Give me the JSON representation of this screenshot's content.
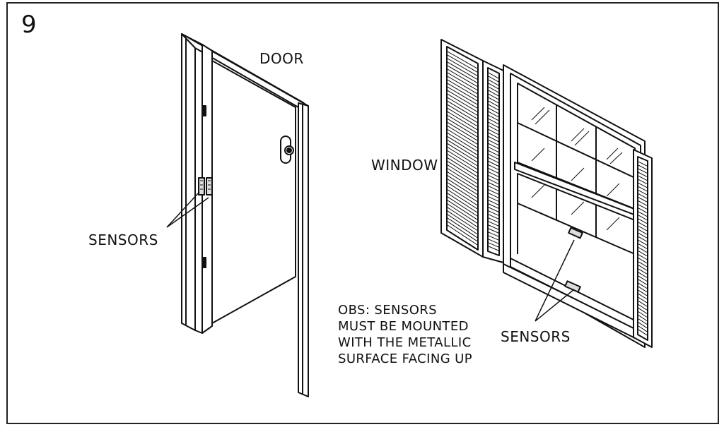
{
  "step_number": "9",
  "labels": {
    "door": "DOOR",
    "window": "WINDOW",
    "sensors_door": "SENSORS",
    "sensors_window": "SENSORS"
  },
  "note": {
    "lines": [
      "OBS: SENSORS",
      "MUST BE MOUNTED",
      "WITH THE METALLIC",
      "SURFACE FACING UP"
    ]
  },
  "colors": {
    "ink": "#111111",
    "background": "#ffffff",
    "frame": "#222222"
  }
}
